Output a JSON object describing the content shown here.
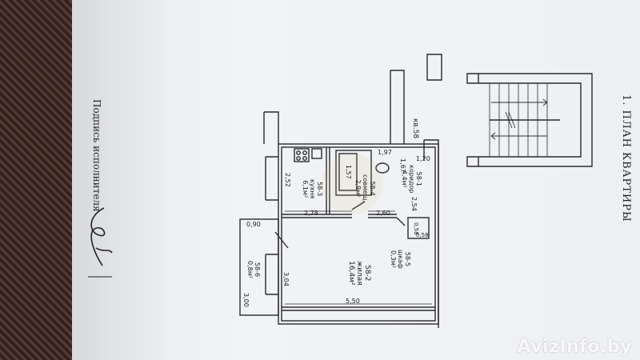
{
  "plan_title": "1.  ПЛАН КВАРТИРЫ",
  "signature_caption": "Подпись исполнителя",
  "stair_label": "кв.58",
  "rooms": {
    "corridor": {
      "code": "58-1",
      "name": "коридор",
      "area": "4,4м²"
    },
    "living": {
      "code": "58-2",
      "name": "жилая",
      "area": "16,4м²"
    },
    "kitchen": {
      "code": "58-3",
      "name": "кухня",
      "area": "6,1м²"
    },
    "bathroom": {
      "code": "58-4",
      "name": "совмещ.",
      "area": "2,9м²"
    },
    "closet": {
      "code": "58-5",
      "name": "шкаф",
      "area": "0,3м²"
    },
    "balcony": {
      "code": "58-6",
      "name": "",
      "area": "0,8м²"
    }
  },
  "dims": {
    "d197": "1,97",
    "d120": "1,20",
    "d167": "1,67",
    "d157": "1,57",
    "d254": "2,54",
    "d252": "2,52",
    "d278": "2,78",
    "d260": "2,60",
    "d090": "0,90",
    "d058a": "0,58",
    "d058b": "0,58",
    "d304": "3,04",
    "d300": "3,00",
    "d550": "5,50"
  },
  "watermark": "AvizInfo.by",
  "colors": {
    "ink": "#2a2a2a",
    "paper": "#eef0f4",
    "carpet": "#3a2a2a"
  }
}
